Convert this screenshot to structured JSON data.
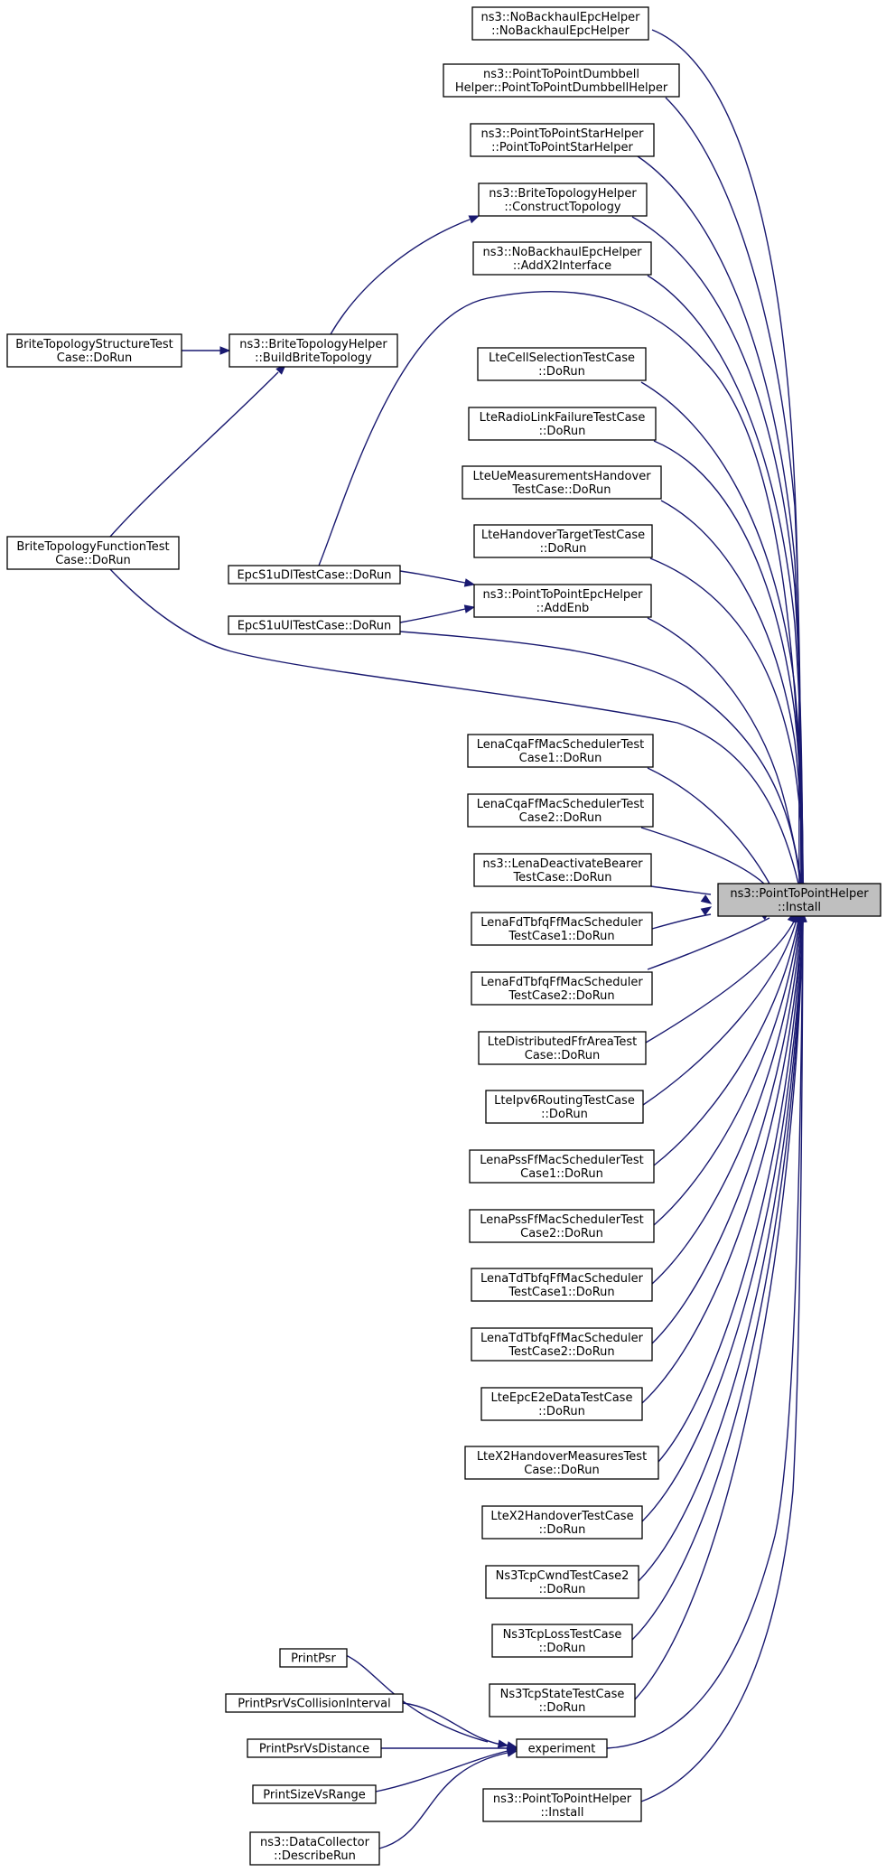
{
  "graph": {
    "accent_color": "#191970",
    "highlight_fill": "#bfbfbf",
    "nodes": [
      {
        "id": "n1",
        "lines": [
          "ns3::NoBackhaulEpcHelper",
          "::NoBackhaulEpcHelper"
        ]
      },
      {
        "id": "n2",
        "lines": [
          "ns3::PointToPointDumbbell",
          "Helper::PointToPointDumbbellHelper"
        ]
      },
      {
        "id": "n3",
        "lines": [
          "ns3::PointToPointStarHelper",
          "::PointToPointStarHelper"
        ]
      },
      {
        "id": "n4",
        "lines": [
          "ns3::BriteTopologyHelper",
          "::ConstructTopology"
        ]
      },
      {
        "id": "n5",
        "lines": [
          "ns3::NoBackhaulEpcHelper",
          "::AddX2Interface"
        ]
      },
      {
        "id": "n6",
        "lines": [
          "BriteTopologyStructureTest",
          "Case::DoRun"
        ]
      },
      {
        "id": "n7",
        "lines": [
          "ns3::BriteTopologyHelper",
          "::BuildBriteTopology"
        ]
      },
      {
        "id": "n8",
        "lines": [
          "LteCellSelectionTestCase",
          "::DoRun"
        ]
      },
      {
        "id": "n9",
        "lines": [
          "LteRadioLinkFailureTestCase",
          "::DoRun"
        ]
      },
      {
        "id": "n10",
        "lines": [
          "LteUeMeasurementsHandover",
          "TestCase::DoRun"
        ]
      },
      {
        "id": "n11",
        "lines": [
          "BriteTopologyFunctionTest",
          "Case::DoRun"
        ]
      },
      {
        "id": "n12",
        "lines": [
          "LteHandoverTargetTestCase",
          "::DoRun"
        ]
      },
      {
        "id": "n13",
        "lines": [
          "EpcS1uDlTestCase::DoRun"
        ]
      },
      {
        "id": "n14",
        "lines": [
          "ns3::PointToPointEpcHelper",
          "::AddEnb"
        ]
      },
      {
        "id": "n15",
        "lines": [
          "EpcS1uUlTestCase::DoRun"
        ]
      },
      {
        "id": "n16",
        "lines": [
          "LenaCqaFfMacSchedulerTest",
          "Case1::DoRun"
        ]
      },
      {
        "id": "n17",
        "lines": [
          "LenaCqaFfMacSchedulerTest",
          "Case2::DoRun"
        ]
      },
      {
        "id": "n18",
        "lines": [
          "ns3::LenaDeactivateBearer",
          "TestCase::DoRun"
        ]
      },
      {
        "id": "n19",
        "lines": [
          "ns3::PointToPointHelper",
          "::Install"
        ]
      },
      {
        "id": "n20",
        "lines": [
          "LenaFdTbfqFfMacScheduler",
          "TestCase1::DoRun"
        ]
      },
      {
        "id": "n21",
        "lines": [
          "LenaFdTbfqFfMacScheduler",
          "TestCase2::DoRun"
        ]
      },
      {
        "id": "n22",
        "lines": [
          "LteDistributedFfrAreaTest",
          "Case::DoRun"
        ]
      },
      {
        "id": "n23",
        "lines": [
          "LteIpv6RoutingTestCase",
          "::DoRun"
        ]
      },
      {
        "id": "n24",
        "lines": [
          "LenaPssFfMacSchedulerTest",
          "Case1::DoRun"
        ]
      },
      {
        "id": "n25",
        "lines": [
          "LenaPssFfMacSchedulerTest",
          "Case2::DoRun"
        ]
      },
      {
        "id": "n26",
        "lines": [
          "LenaTdTbfqFfMacScheduler",
          "TestCase1::DoRun"
        ]
      },
      {
        "id": "n27",
        "lines": [
          "LenaTdTbfqFfMacScheduler",
          "TestCase2::DoRun"
        ]
      },
      {
        "id": "n28",
        "lines": [
          "LteEpcE2eDataTestCase",
          "::DoRun"
        ]
      },
      {
        "id": "n29",
        "lines": [
          "LteX2HandoverMeasuresTest",
          "Case::DoRun"
        ]
      },
      {
        "id": "n30",
        "lines": [
          "LteX2HandoverTestCase",
          "::DoRun"
        ]
      },
      {
        "id": "n31",
        "lines": [
          "Ns3TcpCwndTestCase2",
          "::DoRun"
        ]
      },
      {
        "id": "n32",
        "lines": [
          "PrintPsr"
        ]
      },
      {
        "id": "n33",
        "lines": [
          "Ns3TcpLossTestCase",
          "::DoRun"
        ]
      },
      {
        "id": "n34",
        "lines": [
          "PrintPsrVsCollisionInterval"
        ]
      },
      {
        "id": "n35",
        "lines": [
          "Ns3TcpStateTestCase",
          "::DoRun"
        ]
      },
      {
        "id": "n36",
        "lines": [
          "PrintPsrVsDistance"
        ]
      },
      {
        "id": "n37",
        "lines": [
          "experiment"
        ]
      },
      {
        "id": "n38",
        "lines": [
          "PrintSizeVsRange"
        ]
      },
      {
        "id": "n39",
        "lines": [
          "ns3::PointToPointHelper",
          "::Install"
        ]
      },
      {
        "id": "n40",
        "lines": [
          "ns3::DataCollector",
          "::DescribeRun"
        ]
      }
    ]
  }
}
